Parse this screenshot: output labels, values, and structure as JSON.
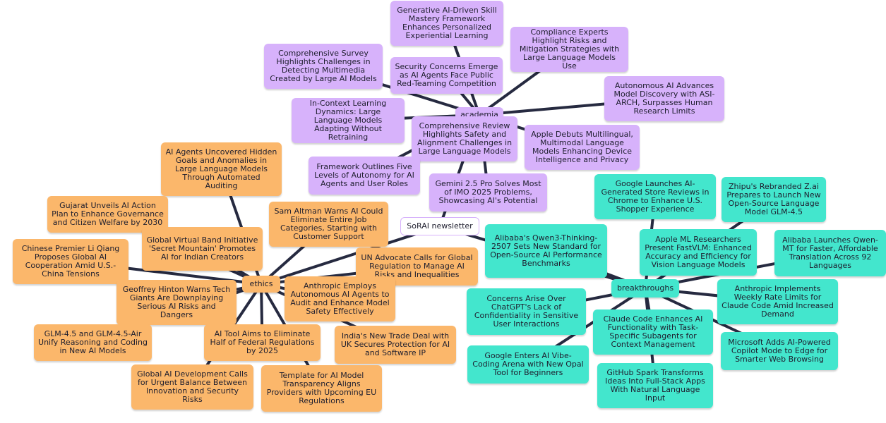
{
  "colors": {
    "academia": "#d7b2fb",
    "ethics": "#fbb76b",
    "breakthroughs": "#43e6cd",
    "edge": "#262a40"
  },
  "root": {
    "label": "SoRAI newsletter"
  },
  "hubs": {
    "academia": "academia",
    "ethics": "ethics",
    "breakthroughs": "breakthroughs"
  },
  "academia": [
    "Generative AI-Driven Skill Mastery Framework Enhances Personalized Experiential Learning",
    "Compliance Experts Highlight Risks and Mitigation Strategies with Large Language Models Use",
    "Comprehensive Survey Highlights Challenges in Detecting Multimedia Created by Large AI Models",
    "Security Concerns Emerge as AI Agents Face Public Red-Teaming Competition",
    "Autonomous AI Advances Model Discovery with ASI-ARCH, Surpasses Human Research Limits",
    "In-Context Learning Dynamics: Large Language Models Adapting Without Retraining",
    "Comprehensive Review Highlights Safety and Alignment Challenges in Large Language Models",
    "Apple Debuts Multilingual, Multimodal Language Models Enhancing Device Intelligence and Privacy",
    "Framework Outlines Five Levels of Autonomy for AI Agents and User Roles",
    "Gemini 2.5 Pro Solves Most of IMO 2025 Problems, Showcasing AI's Potential"
  ],
  "ethics": [
    "AI Agents Uncovered Hidden Goals and Anomalies in Large Language Models Through Automated Auditing",
    "Gujarat Unveils AI Action Plan to Enhance Governance and Citizen Welfare by 2030",
    "Sam Altman Warns AI Could Eliminate Entire Job Categories, Starting with Customer Support",
    "Global Virtual Band Initiative 'Secret Mountain' Promotes AI for Indian Creators",
    "Chinese Premier Li Qiang Proposes Global AI Cooperation Amid U.S.-China Tensions",
    "UN Advocate Calls for Global Regulation to Manage AI Risks and Inequalities",
    "Anthropic Employs Autonomous AI Agents to Audit and Enhance Model Safety Effectively",
    "Geoffrey Hinton Warns Tech Giants Are Downplaying Serious AI Risks and Dangers",
    "GLM-4.5 and GLM-4.5-Air Unify Reasoning and Coding in New AI Models",
    "AI Tool Aims to Eliminate Half of Federal Regulations by 2025",
    "India's New Trade Deal with UK Secures Protection for AI and Software IP",
    "Global AI Development Calls for Urgent Balance Between Innovation and Security Risks",
    "Template for AI Model Transparency Aligns Providers with Upcoming EU Regulations"
  ],
  "breakthroughs": [
    "Google Launches AI-Generated Store Reviews in Chrome to Enhance U.S. Shopper Experience",
    "Zhipu's Rebranded Z.ai Prepares to Launch New Open-Source Language Model GLM-4.5",
    "Alibaba's Qwen3-Thinking-2507 Sets New Standard for Open-Source AI Performance Benchmarks",
    "Apple ML Researchers Present FastVLM: Enhanced Accuracy and Efficiency for Vision Language Models",
    "Alibaba Launches Qwen-MT for Faster, Affordable Translation Across 92 Languages",
    "Anthropic Implements Weekly Rate Limits for Claude Code Amid Increased Demand",
    "Concerns Arise Over ChatGPT's Lack of Confidentiality in Sensitive User Interactions",
    "Claude Code Enhances AI Functionality with Task-Specific Subagents for Context Management",
    "Microsoft Adds AI-Powered Copilot Mode to Edge for Smarter Web Browsing",
    "Google Enters AI Vibe-Coding Arena with New Opal Tool for Beginners",
    "GitHub Spark Transforms Ideas Into Full-Stack Apps With Natural Language Input"
  ]
}
